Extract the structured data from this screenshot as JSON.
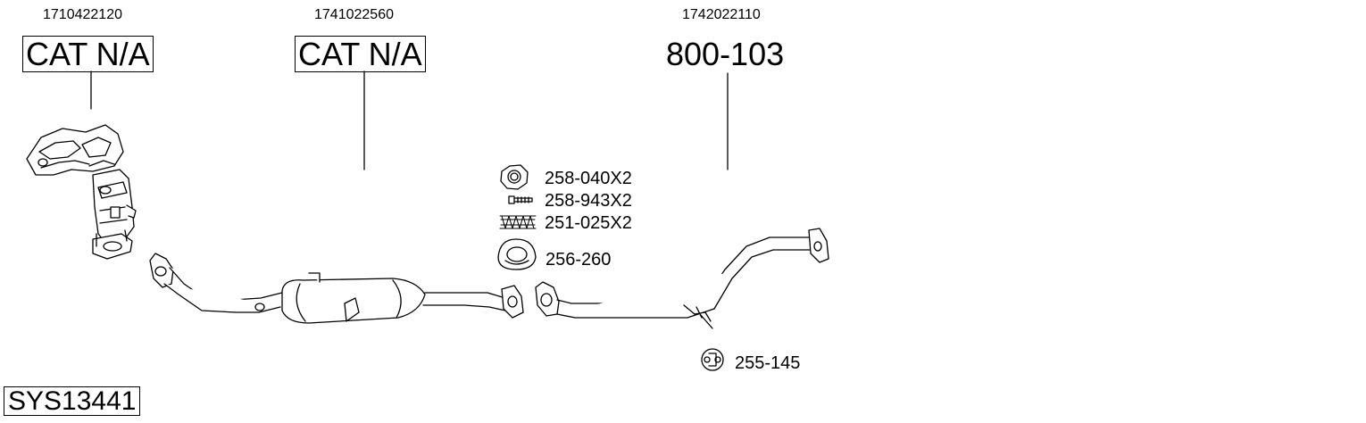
{
  "oem_numbers": [
    "1710422120",
    "1741022560",
    "1742022110"
  ],
  "part_boxes": [
    "CAT N/A",
    "CAT N/A"
  ],
  "main_part": "800-103",
  "hardware": [
    {
      "code": "258-040X2",
      "icon": "hex-nut-icon"
    },
    {
      "code": "258-943X2",
      "icon": "bolt-icon"
    },
    {
      "code": "251-025X2",
      "icon": "spring-icon"
    },
    {
      "code": "256-260",
      "icon": "gasket-ring-icon"
    },
    {
      "code": "255-145",
      "icon": "rubber-hanger-icon"
    }
  ],
  "system_id": "SYS13441"
}
